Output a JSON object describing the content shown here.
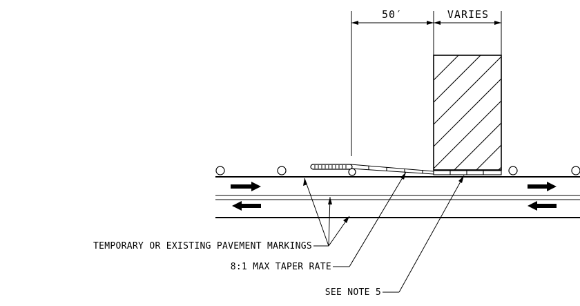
{
  "dimensions": {
    "taper_length": "50′",
    "work_area_length": "VARIES"
  },
  "callouts": {
    "pavement_markings": "TEMPORARY OR EXISTING PAVEMENT MARKINGS",
    "taper_rate": "8:1 MAX TAPER RATE",
    "note": "SEE NOTE 5"
  }
}
